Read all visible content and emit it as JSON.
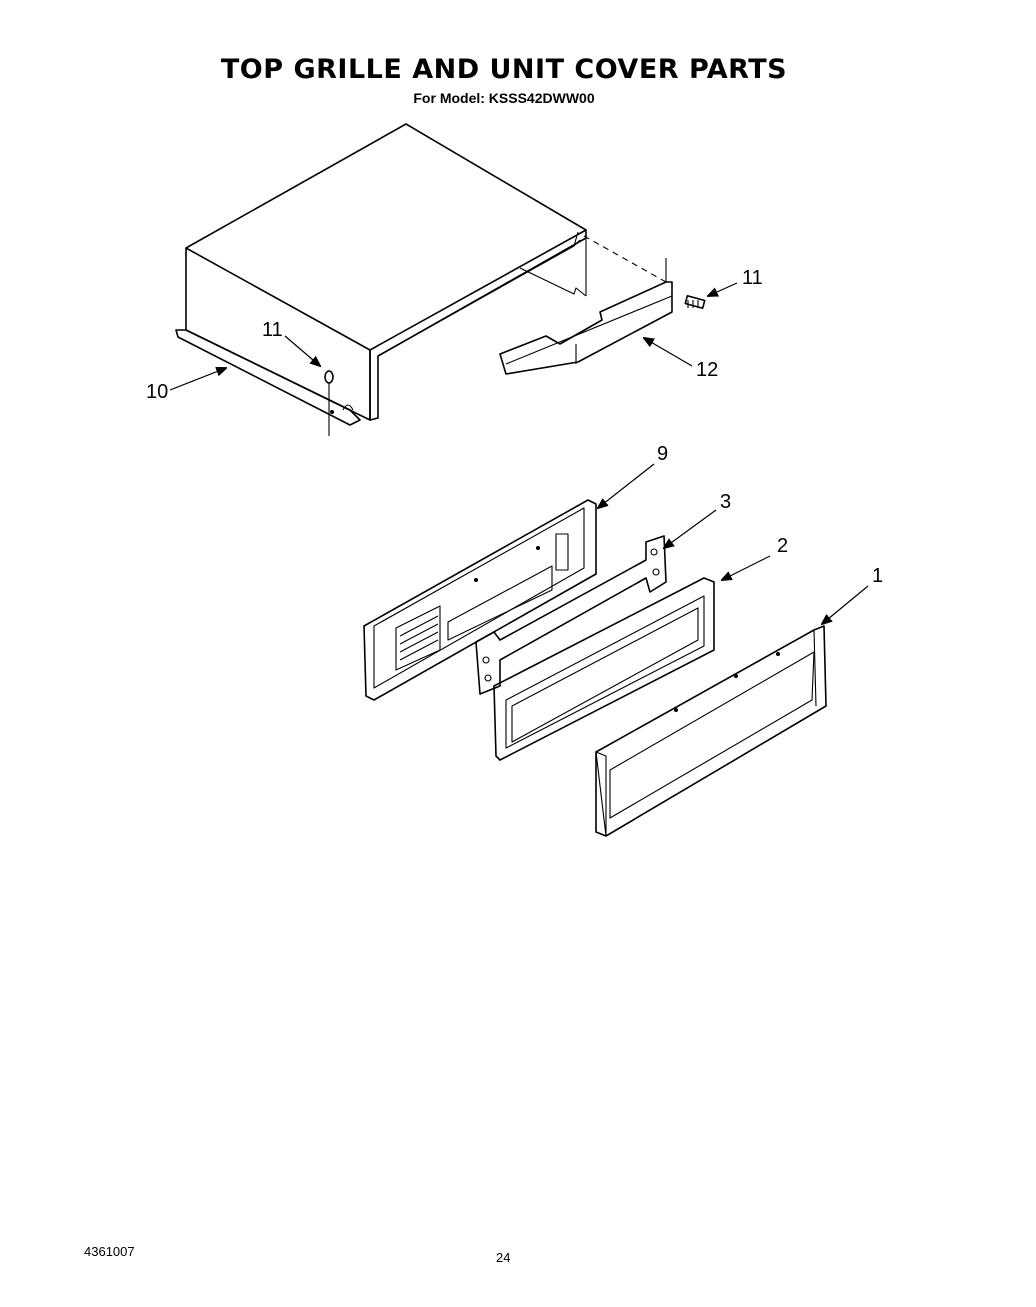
{
  "title": "TOP GRILLE AND UNIT COVER PARTS",
  "subtitle": "For Model: KSSS42DWW00",
  "footer": {
    "doc_number": "4361007",
    "page_number": "24"
  },
  "callouts": {
    "c1": "1",
    "c2": "2",
    "c3": "3",
    "c9": "9",
    "c10": "10",
    "c11a": "11",
    "c11b": "11",
    "c12": "12"
  }
}
